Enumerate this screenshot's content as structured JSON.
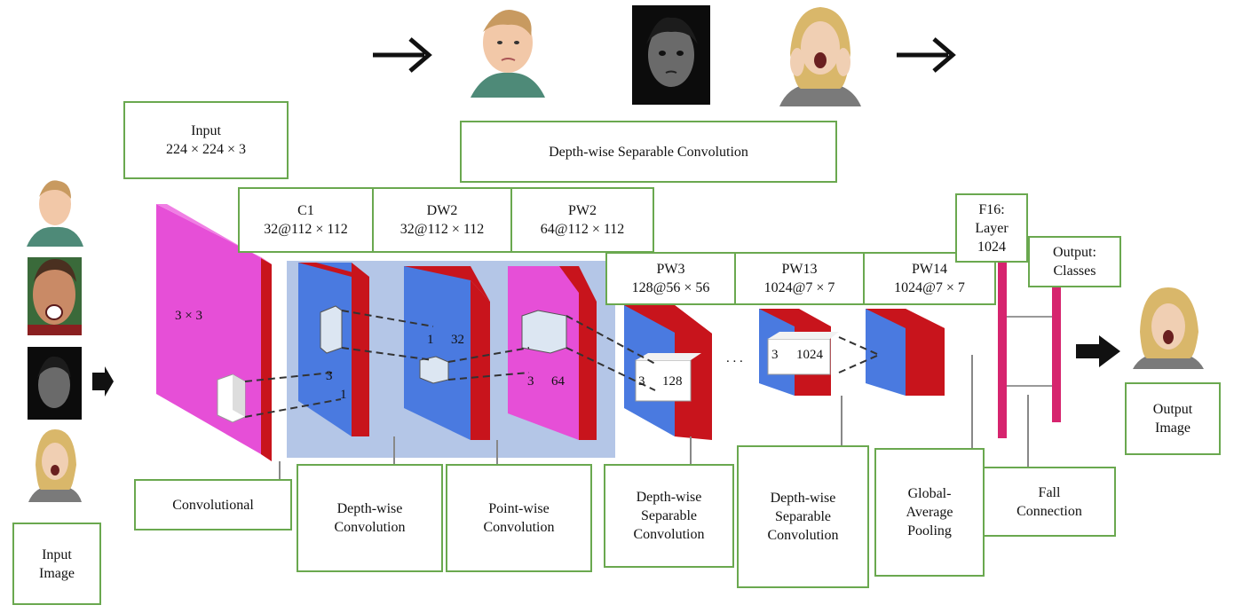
{
  "top_label": "Depth-wise Separable Convolution",
  "input_box": {
    "title": "Input",
    "dims": "224 × 224 × 3"
  },
  "layers": [
    {
      "name": "C1",
      "dims": "32@112 × 112"
    },
    {
      "name": "DW2",
      "dims": "32@112 × 112"
    },
    {
      "name": "PW2",
      "dims": "64@112 × 112"
    },
    {
      "name": "PW3",
      "dims": "128@56 × 56"
    },
    {
      "name": "PW13",
      "dims": "1024@7 × 7"
    },
    {
      "name": "PW14",
      "dims": "1024@7 × 7"
    }
  ],
  "f16": "F16:\nLayer\n1024",
  "output_classes": "Output:\nClasses",
  "bottom_labels": {
    "convolutional": "Convolutional",
    "depthwise": "Depth-wise\nConvolution",
    "pointwise": "Point-wise\nConvolution",
    "dsc1": "Depth-wise\nSeparable\nConvolution",
    "dsc2": "Depth-wise\nSeparable\nConvolution",
    "gap": "Global-\nAverage\nPooling",
    "fall": "Fall\nConnection"
  },
  "input_image_label": "Input\nImage",
  "output_image_label": "Output\nImage",
  "kernel_labels": {
    "k33": "3 × 3",
    "k3a": "3",
    "k1a": "1",
    "k1b": "1",
    "k32": "32",
    "k3c": "3",
    "k64": "64",
    "k3d": "3",
    "k128": "128",
    "k3e": "3",
    "k1024": "1024",
    "ellipsis": ". . ."
  },
  "colors": {
    "pink": "#e64fd7",
    "blue": "#4a7ae0",
    "red": "#c8141c",
    "bg_panel": "#b4c6e7",
    "border": "#6aa84f",
    "bar": "#d6246e"
  },
  "faces": [
    "angry-boy-face",
    "screaming-man-face",
    "sad-girl-face",
    "surprised-woman-face"
  ]
}
